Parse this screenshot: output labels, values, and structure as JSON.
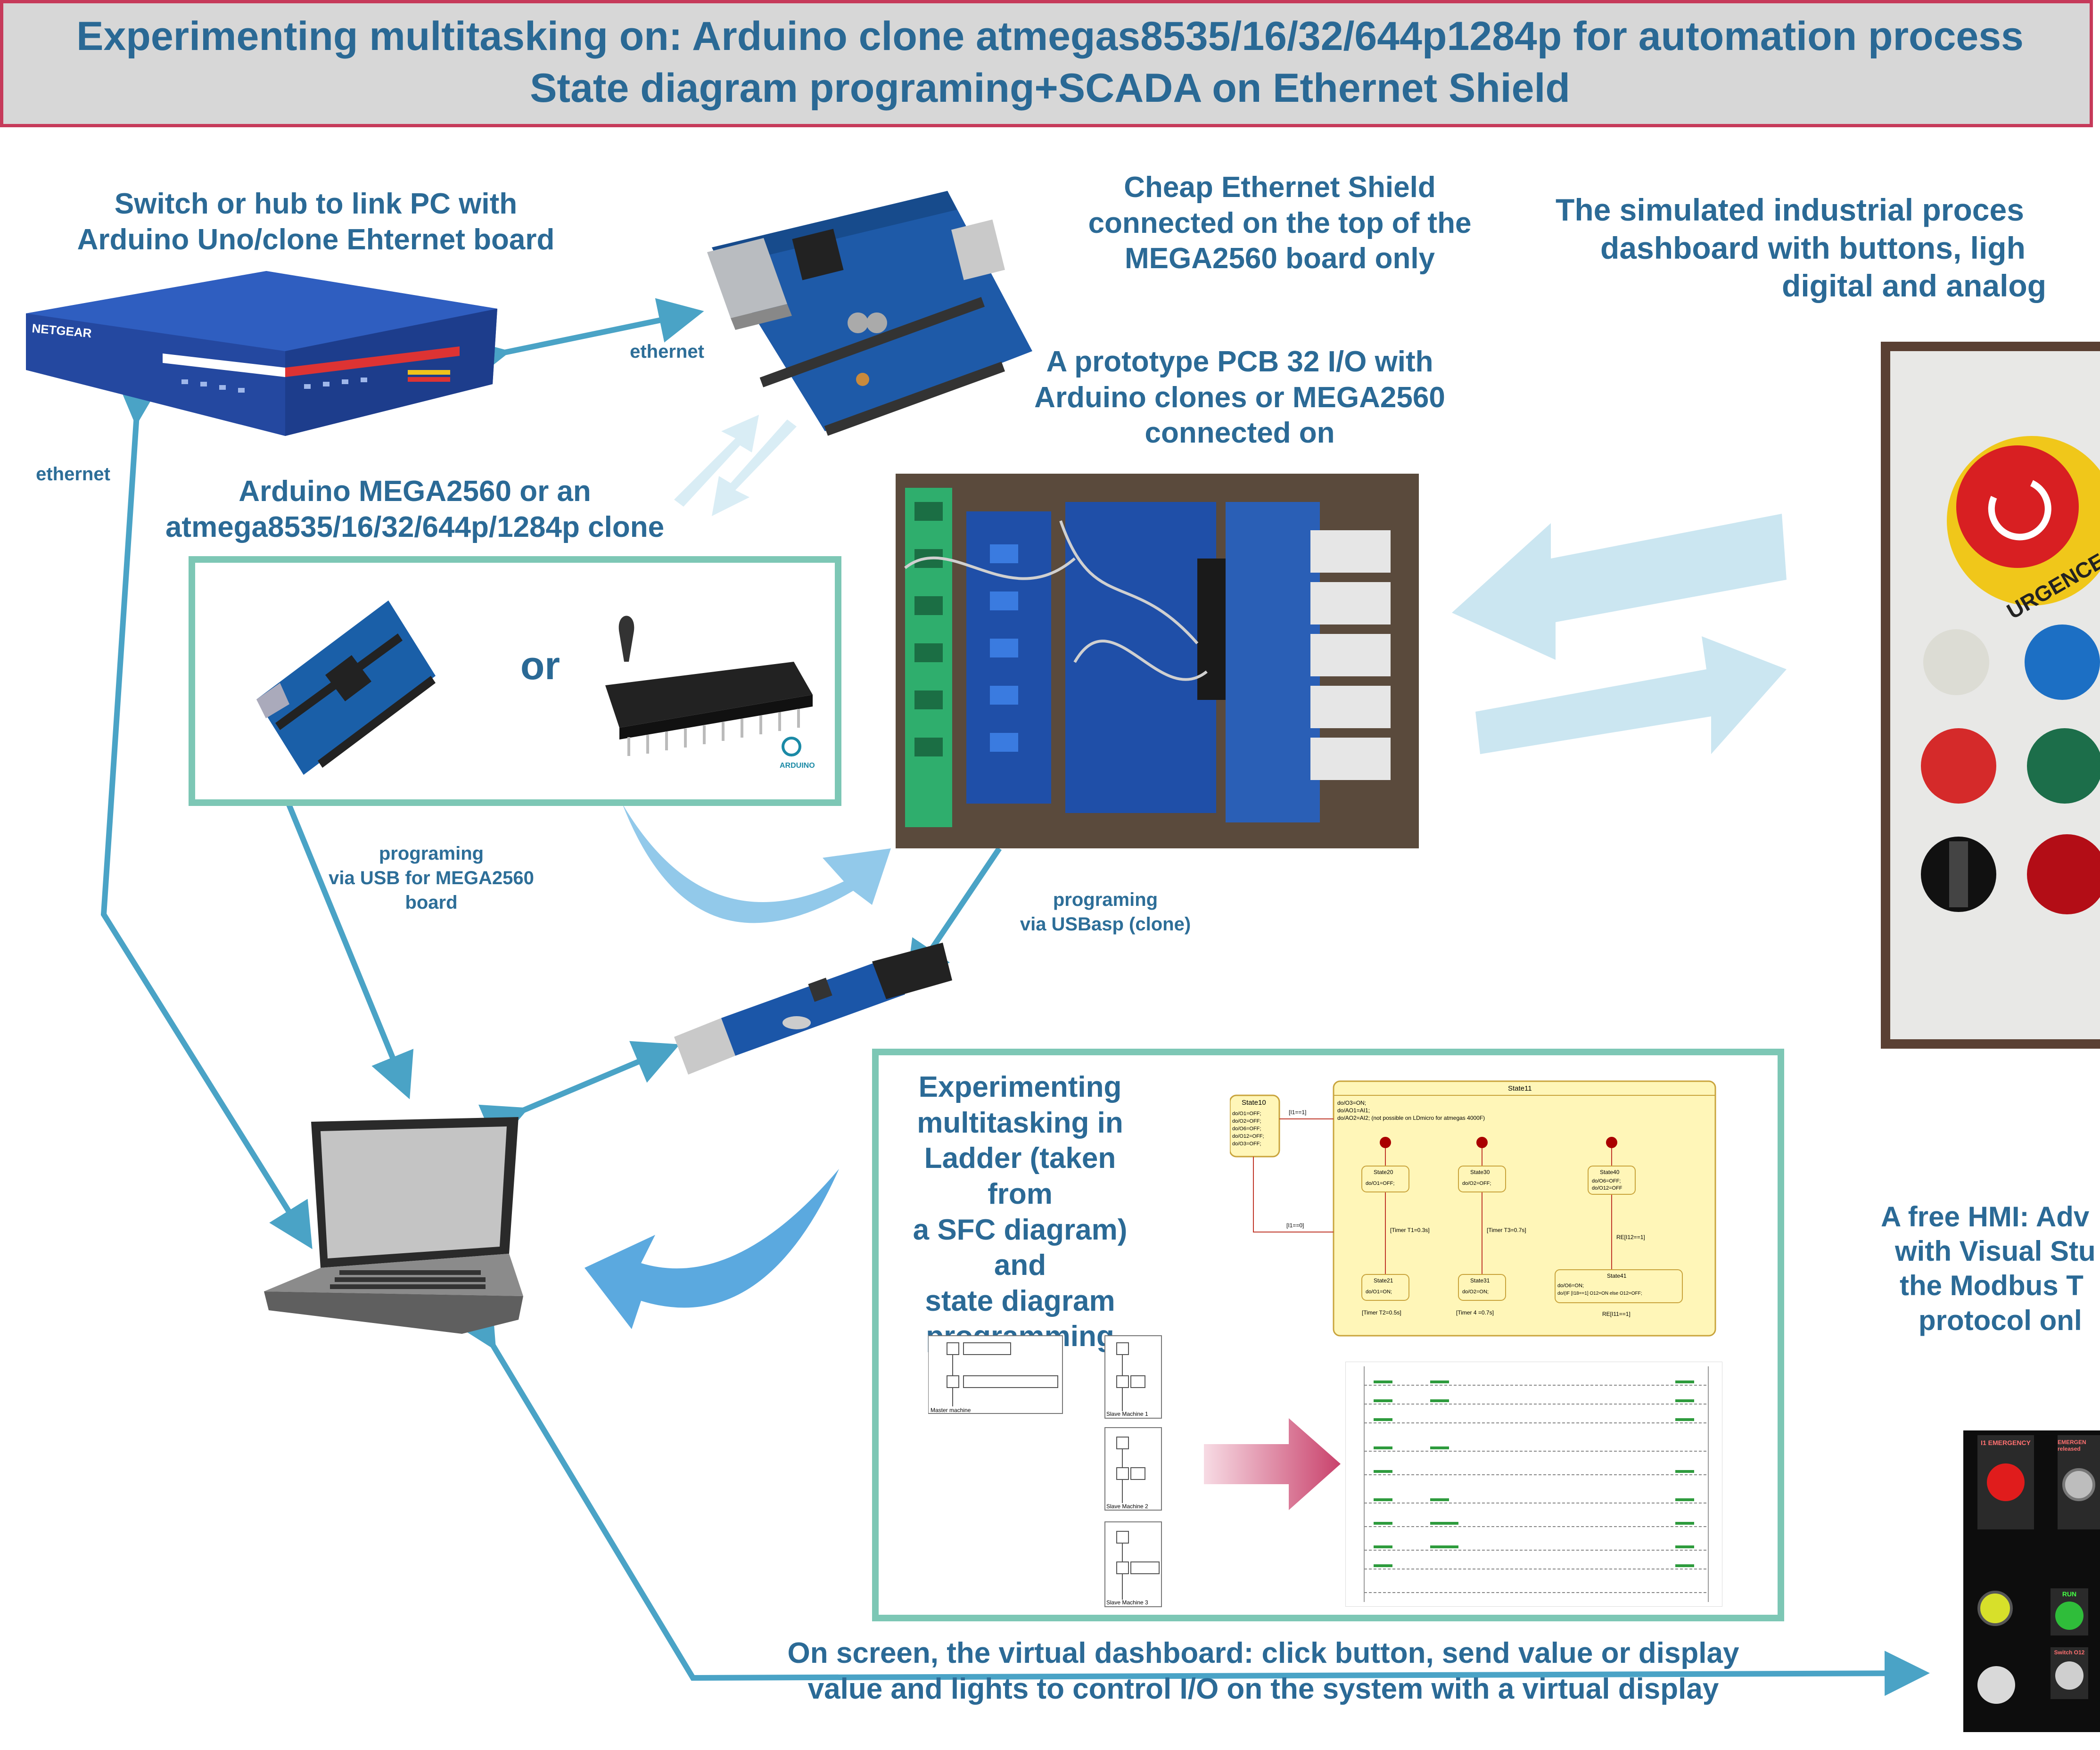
{
  "title": {
    "line1": "Experimenting multitasking on: Arduino clone atmegas8535/16/32/644p1284p for automation process",
    "line2": "State diagram programing+SCADA on Ethernet Shield"
  },
  "labels": {
    "switch": [
      "Switch or hub to link PC with",
      "Arduino Uno/clone Ehternet board"
    ],
    "shield": [
      "Cheap Ethernet Shield",
      "connected on the top of the",
      "MEGA2560 board only"
    ],
    "process": [
      "The simulated industrial proces",
      "dashboard with buttons, ligh",
      "digital and analog"
    ],
    "pcb": [
      "A prototype PCB 32 I/O with",
      "Arduino clones or MEGA2560",
      "connected on"
    ],
    "mega": [
      "Arduino MEGA2560 or an",
      "atmega8535/16/32/644p/1284p clone"
    ],
    "or": "or",
    "ethernet_top": "ethernet",
    "ethernet_left": "ethernet",
    "usb_prog": [
      "programing",
      "via USB for MEGA2560",
      "board"
    ],
    "usbasp_prog": [
      "programing",
      "via USBasp (clone)"
    ],
    "ladder": [
      "Experimenting",
      "multitasking in",
      "Ladder (taken from",
      "a SFC diagram) and",
      "state diagram",
      "programming"
    ],
    "hmi": [
      "A free HMI: Adv",
      "with Visual Stu",
      "the Modbus T",
      "protocol onl"
    ],
    "dashboard": [
      "On screen, the virtual dashboard: click button, send value or display",
      "value and lights to control I/O on the system with a virtual display"
    ]
  },
  "device_text": {
    "netgear": "NETGEAR",
    "arduino_logo": "ARDUINO",
    "urgence": "URGENCE",
    "hmi_emergency": "I1 EMERGENCY",
    "hmi_released": "EMERGEN released",
    "hmi_run": "RUN",
    "hmi_switch": "Switch O12"
  },
  "state_diagram": {
    "state10": "State10",
    "state10_body": [
      "do/O1=OFF;",
      "do/O2=OFF;",
      "do/O6=OFF;",
      "do/O12=OFF;",
      "do/O3=OFF;"
    ],
    "state11": "State11",
    "state11_body": [
      "do/O3=ON;",
      "do/AO1=AI1;",
      "do/AO2=AI2; (not possible on LDmicro for atmegas 4000F)"
    ],
    "cond_i1_on": "[I1==1]",
    "cond_i1_off": "[I1==0]",
    "state20": "State20",
    "state20_body": "do/O1=OFF;",
    "state21": "State21",
    "state21_body": "do/O1=ON;",
    "state30": "State30",
    "state30_body": "do/O2=OFF;",
    "state31": "State31",
    "state31_body": "do/O2=ON;",
    "state40": "State40",
    "state40_body": [
      "do/O6=OFF;",
      "do/O12=OFF"
    ],
    "state41": "State41",
    "state41_body": [
      "do/O6=ON;",
      "do/(IF [I18==1] O12=ON else O12=OFF;"
    ],
    "t1": "[Timer T1=0.3s]",
    "t2": "[Timer T2=0.5s]",
    "t3": "[Timer T3=0.7s]",
    "t4": "[Timer 4 =0.7s]",
    "re12": "RE[I12==1]",
    "re11": "RE[I11==1]"
  },
  "sfc": {
    "master": "Master machine",
    "slave1": "Slave Machine 1",
    "slave2": "Slave Machine 2",
    "slave3": "Slave Machine 3"
  },
  "colors": {
    "title_text": "#2a6995",
    "title_border": "#c63a5a",
    "panel_border": "#7dc7b5",
    "arrow": "#4aa3c6",
    "light_arrow": "#b9dced"
  }
}
